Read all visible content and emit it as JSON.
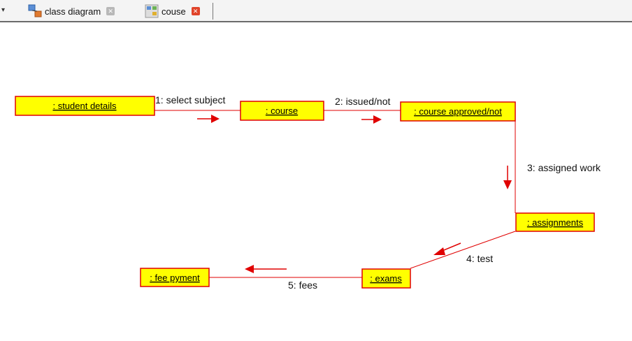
{
  "tabs": [
    {
      "label": "class diagram",
      "icon": "class-diagram-icon",
      "active": false
    },
    {
      "label": "couse",
      "icon": "collaboration-diagram-icon",
      "active": true
    }
  ],
  "diagram": {
    "type": "communication",
    "objects": [
      {
        "id": "student",
        "label": ": student details"
      },
      {
        "id": "course",
        "label": ": course"
      },
      {
        "id": "approved",
        "label": ": course approved/not"
      },
      {
        "id": "assignments",
        "label": ": assignments"
      },
      {
        "id": "exams",
        "label": ": exams"
      },
      {
        "id": "fee",
        "label": ": fee pyment"
      }
    ],
    "messages": [
      {
        "from": "student",
        "to": "course",
        "label": "1: select subject"
      },
      {
        "from": "course",
        "to": "approved",
        "label": "2: issued/not"
      },
      {
        "from": "approved",
        "to": "assignments",
        "label": "3: assigned work"
      },
      {
        "from": "assignments",
        "to": "exams",
        "label": "4: test"
      },
      {
        "from": "exams",
        "to": "fee",
        "label": "5: fees"
      }
    ],
    "colors": {
      "object_fill": "#ffff00",
      "object_border": "#e00000",
      "link": "#e00000",
      "arrow": "#e00000"
    }
  }
}
